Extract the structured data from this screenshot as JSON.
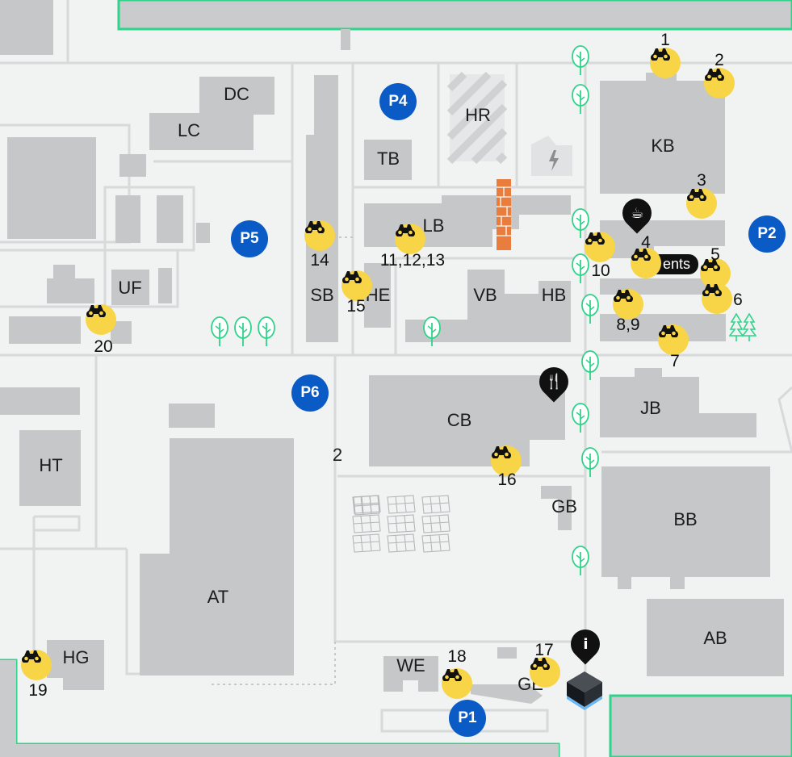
{
  "buildings": {
    "DC": "DC",
    "LC": "LC",
    "HR": "HR",
    "TB": "TB",
    "KB": "KB",
    "LB": "LB",
    "SB": "SB",
    "HE": "HE",
    "VB": "VB",
    "HB": "HB",
    "UF": "UF",
    "JB": "JB",
    "CB": "CB",
    "HT": "HT",
    "AT": "AT",
    "GB": "GB",
    "BB": "BB",
    "AB": "AB",
    "HG": "HG",
    "WE": "WE",
    "GE": "GE"
  },
  "parking": {
    "P1": "P1",
    "P2": "P2",
    "P4": "P4",
    "P5": "P5",
    "P6": "P6"
  },
  "viewpoints": {
    "v1": "1",
    "v2": "2",
    "v3": "3",
    "v4": "4",
    "v5": "5",
    "v6": "6",
    "v7": "7",
    "v89": "8,9",
    "v10": "10",
    "v111213": "11,12,13",
    "v14": "14",
    "v15": "15",
    "v16": "16",
    "v17": "17",
    "v18": "18",
    "v19": "19",
    "v20": "20"
  },
  "road_label": "2",
  "events_tag": "ents",
  "icons": {
    "binoculars": "binoculars-icon",
    "cafe": "coffee-cup-icon",
    "restaurant": "fork-knife-icon",
    "info": "info-icon",
    "power": "lightning-icon",
    "tree": "tree-icon"
  },
  "colors": {
    "building": "#c5c7c8",
    "parking": "#0a5bc6",
    "viewpoint": "#f7d547",
    "border": "#2fd38a",
    "chimney": "#e87d3e"
  }
}
